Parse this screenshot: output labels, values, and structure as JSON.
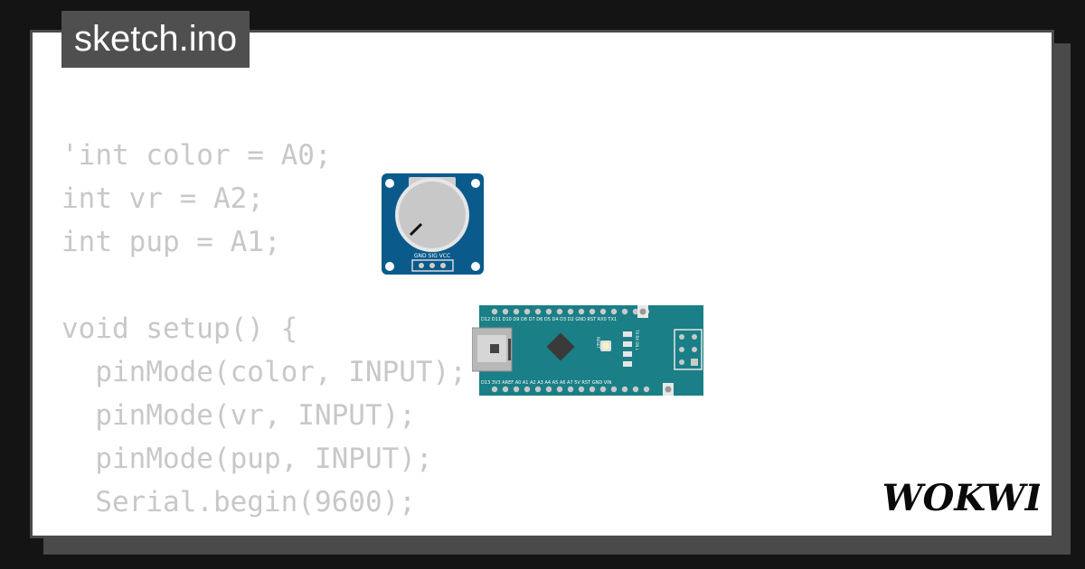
{
  "app": {
    "title": "sketch.ino",
    "brand": "WOKWI"
  },
  "code_lines": [
    "'int color = A0;",
    "int vr = A2;",
    "int pup = A1;",
    "",
    "void setup() {",
    "  pinMode(color, INPUT);",
    "  pinMode(vr, INPUT);",
    "  pinMode(pup, INPUT);",
    "  Serial.begin(9600);"
  ],
  "components": {
    "potentiometer": {
      "pin_labels": "GND SIG VCC"
    },
    "arduino_nano": {
      "top_pins": "D12 D11 D10 D9 D8 D7 D6 D5 D4 D3 D2 GND RST RX0 TX1",
      "bottom_pins": "D13 3V3 AREF A0 A1 A2 A3 A4 A5 A6 A7 5V RST GND VIN",
      "reset_label": "RESET",
      "led_labels": "TX RX ON L"
    }
  },
  "colors": {
    "background": "#141414",
    "card": "#ffffff",
    "frame": "#4a4a4a",
    "code_text": "#c8c8c8",
    "pot_board": "#0b5a8c",
    "nano_board": "#1a7f86"
  },
  "icons": {
    "potentiometer": "potentiometer-module-icon",
    "nano": "arduino-nano-icon",
    "logo": "wokwi-logo-icon"
  }
}
